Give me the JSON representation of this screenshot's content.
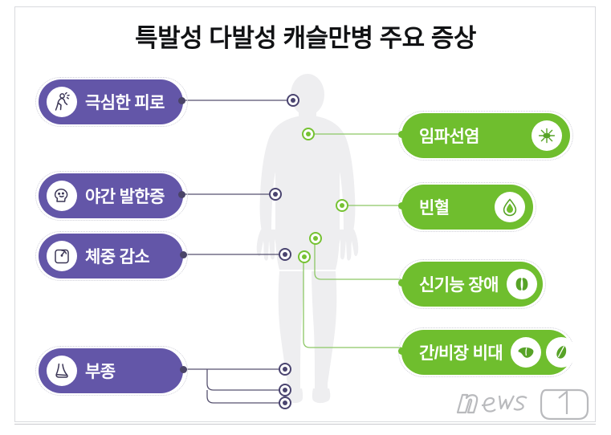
{
  "page": {
    "title": "특발성 다발성 캐슬만병 주요 증상",
    "watermark": "news1",
    "background_color": "#ffffff",
    "purple_color": "#6356a8",
    "green_color": "#6fbe2e",
    "title_color": "#111214",
    "silhouette_color": "#eeeef0"
  },
  "left_symptoms": [
    {
      "label": "극심한 피로",
      "icon": "fatigued-person-icon",
      "color": "#6356a8"
    },
    {
      "label": "야간 발한증",
      "icon": "head-sweat-icon",
      "color": "#6356a8"
    },
    {
      "label": "체중 감소",
      "icon": "weight-scale-icon",
      "color": "#6356a8"
    },
    {
      "label": "부종",
      "icon": "swollen-foot-icon",
      "color": "#6356a8"
    }
  ],
  "right_symptoms": [
    {
      "label": "임파선염",
      "icon": "lymph-node-icon",
      "color": "#6fbe2e"
    },
    {
      "label": "빈혈",
      "icon": "blood-drop-icon",
      "color": "#6fbe2e"
    },
    {
      "label": "신기능 장애",
      "icon": "kidneys-icon",
      "color": "#6fbe2e"
    },
    {
      "label": "간/비장 비대",
      "icon": "liver-icon",
      "icon2": "spleen-icon",
      "color": "#6fbe2e"
    }
  ],
  "body_diagram": {
    "figure": "human-body-silhouette",
    "marker_count": 9,
    "purple_markers": 5,
    "green_markers": 4
  }
}
